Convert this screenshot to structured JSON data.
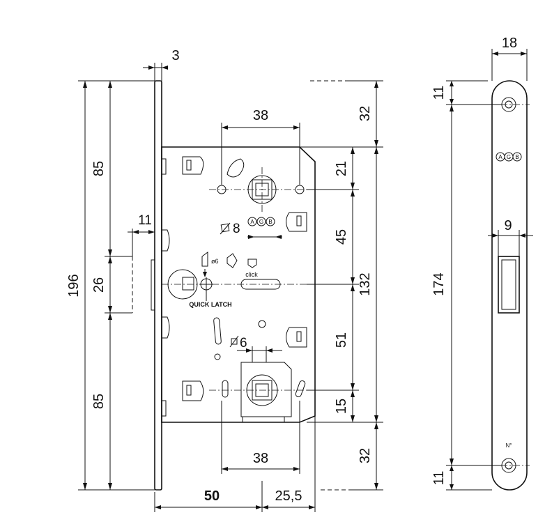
{
  "dimensions": {
    "faceplate_thickness": "3",
    "total_height": "196",
    "upper_85": "85",
    "middle_26": "26",
    "lower_85": "85",
    "latch_projection": "11",
    "follower_spacing_top": "38",
    "follower_spacing_bottom": "38",
    "backset": "50",
    "depth_extra": "25,5",
    "top_offset": "32",
    "bottom_offset": "32",
    "d21": "21",
    "d45": "45",
    "d132": "132",
    "d51": "51",
    "d15": "15",
    "square_8": "8",
    "square_6": "6",
    "strike_width": "18",
    "strike_11_top": "11",
    "strike_11_bottom": "11",
    "strike_174": "174",
    "strike_opening_9": "9"
  },
  "labels": {
    "quick_latch": "QUICK LATCH",
    "click": "click",
    "phi6": "ø6",
    "brand_mark": "AGB",
    "number_mark": "N°"
  }
}
